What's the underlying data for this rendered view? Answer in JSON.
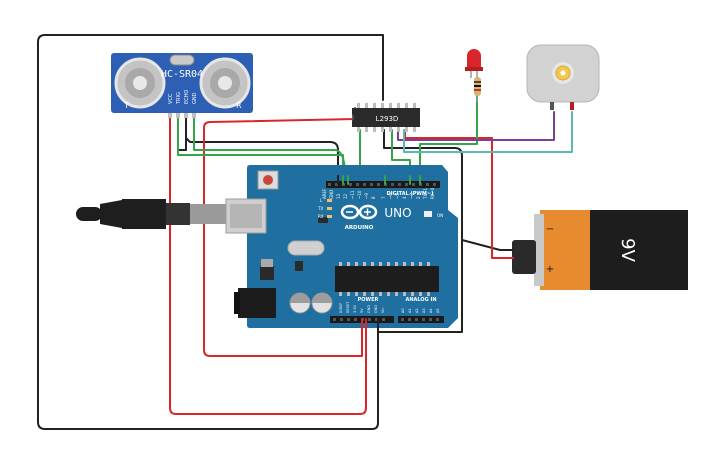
{
  "sensor": {
    "model": "HC-SR04",
    "left_mark": "T",
    "right_mark": "R",
    "pins": [
      "VCC",
      "TRIG",
      "ECHO",
      "GND"
    ]
  },
  "driver": {
    "label": "L293D"
  },
  "arduino": {
    "logo_text": "ARDUINO",
    "model": "UNO",
    "on_label": "ON",
    "digital_label": "DIGITAL (PWM~)",
    "power_label": "POWER",
    "analog_label": "ANALOG IN",
    "led_labels": [
      "L",
      "TX",
      "RX"
    ],
    "top_pins": [
      "AREF",
      "GND",
      "13",
      "12",
      "~11",
      "~10",
      "~9",
      "8",
      "7",
      "~6",
      "~5",
      "4",
      "~3",
      "2",
      "TX→1",
      "RX←0"
    ],
    "power_pins": [
      "IOREF",
      "RESET",
      "3.3V",
      "5V",
      "GND",
      "GND",
      "Vin"
    ],
    "analog_pins": [
      "A0",
      "A1",
      "A2",
      "A3",
      "A4",
      "A5"
    ]
  },
  "battery": {
    "label": "9V",
    "minus": "−",
    "plus": "+"
  },
  "colors": {
    "board": "#1f6fa1",
    "sensor": "#2d5fb5",
    "wire_red": "#d9262b",
    "wire_green": "#35a54a",
    "wire_black": "#222222",
    "wire_purple": "#7a3f97",
    "wire_teal": "#5bb8b2",
    "battery_orange": "#e88a2e",
    "led_red": "#d9262b"
  }
}
